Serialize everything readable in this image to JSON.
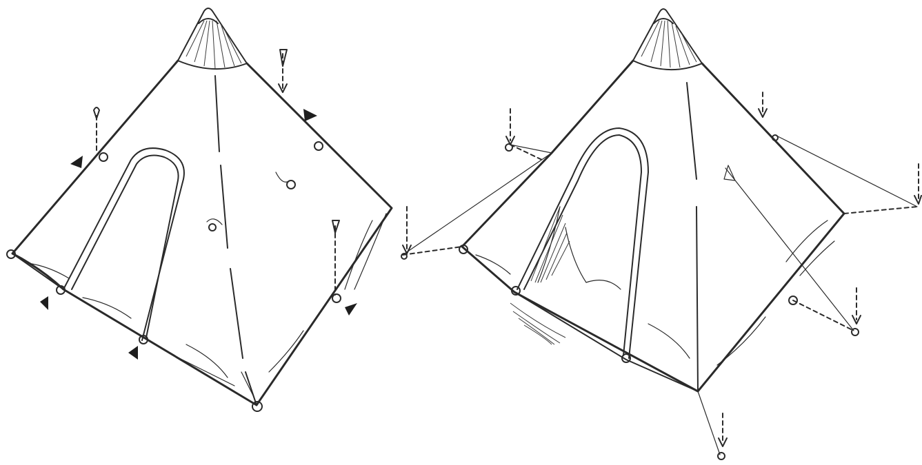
{
  "figures": [
    {
      "id": "tent-pegged-out",
      "parts": [
        "door-arch",
        "roof-vent-cap",
        "corner-loops",
        "peg-arrows"
      ]
    },
    {
      "id": "tent-with-guylines",
      "parts": [
        "open-door",
        "roof-vent-cap",
        "guy-lines",
        "pegs"
      ]
    }
  ],
  "colors": {
    "ink": "#2a2a2a",
    "paper": "#ffffff"
  }
}
